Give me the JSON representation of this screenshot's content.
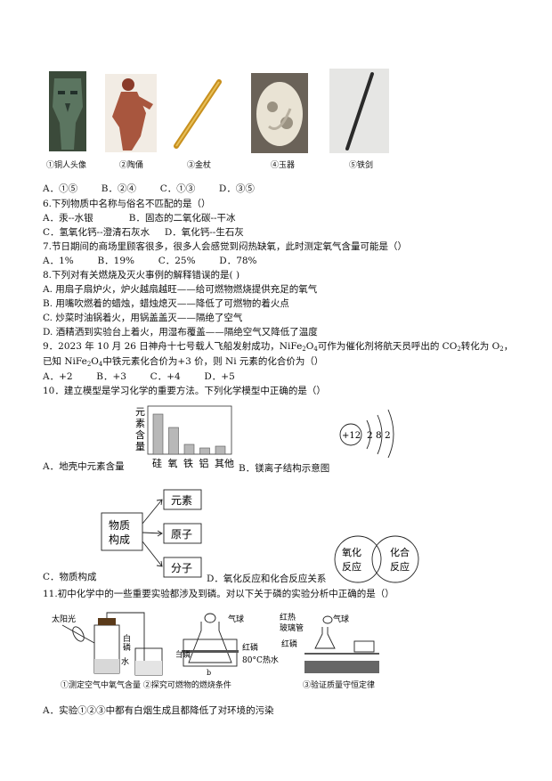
{
  "artifacts": [
    {
      "caption": "①铜人头像"
    },
    {
      "caption": "②陶俑"
    },
    {
      "caption": "③金杖"
    },
    {
      "caption": "④玉器"
    },
    {
      "caption": "⑤铁剑"
    }
  ],
  "q5_options": "A．①⑤        B．②④        C．①③        D．③⑤",
  "q6": {
    "stem": "6.下列物质中名称与俗名不匹配的是（）",
    "row1": "A．汞--水银            B．固态的二氧化碳--干冰",
    "row2": "C．氢氧化钙--澄清石灰水     D．氧化钙--生石灰"
  },
  "q7": {
    "stem": "7.节日期间的商场里顾客很多，很多人会感觉到闷热缺氧，此时测定氧气含量可能是（）",
    "options": "A．1%        B．19%        C．25%        D．78%"
  },
  "q8": {
    "stem": "8.下列对有关燃烧及灭火事例的解释错误的是(  )",
    "a": "A. 用扇子扇炉火，炉火越扇越旺——给可燃物燃烧提供充足的氧气",
    "b": "B. 用嘴吹燃着的蜡烛，蜡烛熄灭——降低了可燃物的着火点",
    "c": "C. 炒菜时油锅着火，用锅盖盖灭——隔绝了空气",
    "d": "D. 酒精洒到实验台上着火，用湿布覆盖——隔绝空气又降低了温度"
  },
  "q9": {
    "stem_a": "9．2023 年 10 月 26 日神舟十七号载人飞船发射成功，NiFe",
    "sub_2": "2",
    "o": "O",
    "sub_4": "4",
    "stem_b": "可作为催化剂将航天员呼出的 CO",
    "stem_c": "转化为 O",
    "stem_d": "，",
    "line2_a": "已知 NiFe",
    "line2_b": "中铁元素化合价为+3 价，则 Ni 元素的化合价为（）",
    "options": "A．+2        B．+3        C．+4        D．+5"
  },
  "q10": {
    "stem": "10．建立模型是学习化学的重要方法。下列化学模型中正确的是（）",
    "a_label": "A．地壳中元素含量",
    "b_label": "B．镁离子结构示意图",
    "c_label": "C．物质构成",
    "d_label": "D．氧化反应和化合反应关系",
    "chart": {
      "ylabel": "元素含量",
      "categories": [
        "硅",
        "氧",
        "铁",
        "铝",
        "其他"
      ],
      "values": [
        90,
        60,
        22,
        14,
        18
      ]
    },
    "ion": {
      "nucleus": "+12",
      "shells": "2 8 2"
    },
    "model": {
      "center": "物质构成",
      "center_1": "物质",
      "center_2": "构成",
      "items": [
        "元素",
        "原子",
        "分子"
      ]
    },
    "venn": {
      "left_1": "氧化",
      "left_2": "反应",
      "right_1": "化合",
      "right_2": "反应"
    }
  },
  "q11": {
    "stem": "11.初中化学中的一些重要实验都涉及到磷。对以下关于磷的实验分析中正确的是（）",
    "labels": {
      "sunglass": "太阳光",
      "white_p": "白磷",
      "water": "水",
      "balloon": "气球",
      "red_p": "红磷",
      "white_p2": "白磷",
      "hot_water": "80°C热水",
      "balloon2": "气球",
      "hot_glass": "红热",
      "hot_glass2": "玻璃管",
      "red_p2": "红磷"
    },
    "captions": "①测定空气中氧气含量 ②探究可燃物的燃烧条件",
    "caption3": "③验证质量守恒定律",
    "option_a": "A．实验①②③中都有白烟生成且都降低了对环境的污染"
  }
}
